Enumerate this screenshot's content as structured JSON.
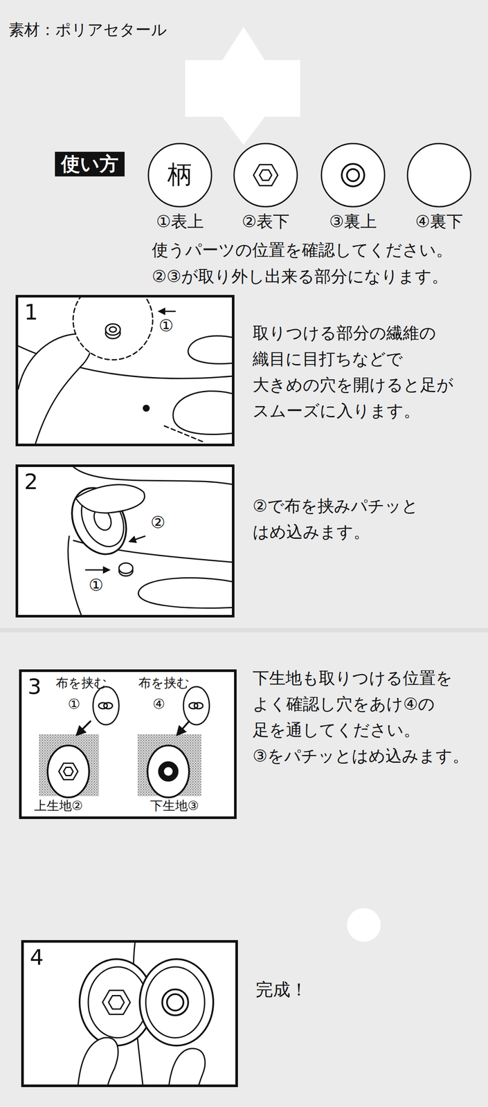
{
  "diagram": {
    "title": "使い方",
    "nodes": [
      {
        "text": [
          "柄",
          "①表上"
        ]
      },
      {
        "text": [
          "②表下"
        ]
      },
      {
        "text": [
          "③裏上"
        ]
      },
      {
        "text": [
          "④裏下"
        ]
      },
      {
        "text": [
          "1"
        ]
      },
      {
        "text": [
          "2"
        ]
      },
      {
        "text": [
          "3"
        ]
      },
      {
        "text": [
          "4"
        ]
      }
    ],
    "labels": [
      "素材：ポリアセタール",
      "使うパーツの位置を確認してください。 ②③が取り外し出来る部分になります。",
      "取りつける部分の繊維の 織目に目打ちなどで 大きめの穴を開けると足が スムーズに入ります。",
      "②で布を挟みパチッと はめ込みます。",
      "下生地も取りつける位置を よく確認し穴をあけ④の 足を通してください。 ③をパチッとはめ込みます。",
      "完成！",
      "①",
      "②",
      "①",
      "布を挟む",
      "布を挟む",
      "①",
      "④",
      "上生地②",
      "下生地③"
    ]
  }
}
